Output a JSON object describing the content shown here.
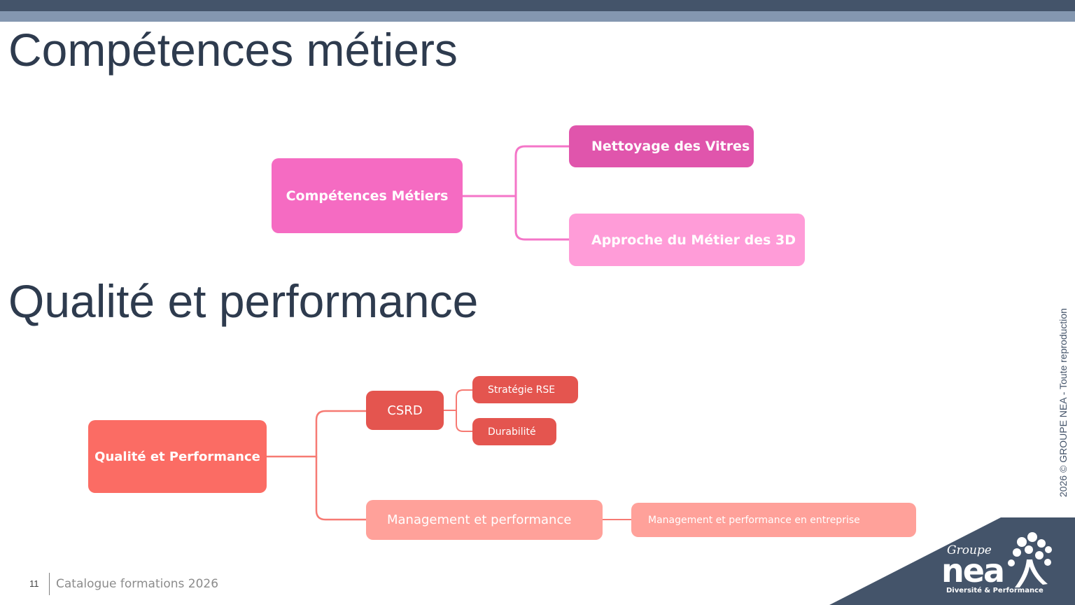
{
  "header": {
    "title_1": "Compétences métiers",
    "title_2": "Qualité et performance"
  },
  "mindmap_1": {
    "root": "Compétences Métiers",
    "children": [
      "Nettoyage des Vitres",
      "Approche du Métier des 3D"
    ]
  },
  "mindmap_2": {
    "root": "Qualité et Performance",
    "csrd": "CSRD",
    "csrd_children": [
      "Stratégie RSE",
      "Durabilité"
    ],
    "management": "Management et performance",
    "management_child": "Management et performance en entreprise"
  },
  "side_text": "2026 © GROUPE NEA - Toute reproduction",
  "footer": {
    "page_number": "11",
    "text": "Catalogue formations 2026"
  },
  "logo": {
    "groupe": "Groupe",
    "name": "nea",
    "tagline": "Diversité & Performance"
  },
  "colors": {
    "bar_dark": "#44546a",
    "bar_light": "#8497b0",
    "pink_root": "#f56bc2",
    "pink_dark": "#e055ac",
    "pink_light": "#ff9cd8",
    "red_root": "#fb6c64",
    "red_dark": "#e4554f",
    "red_light": "#ffa19a"
  }
}
